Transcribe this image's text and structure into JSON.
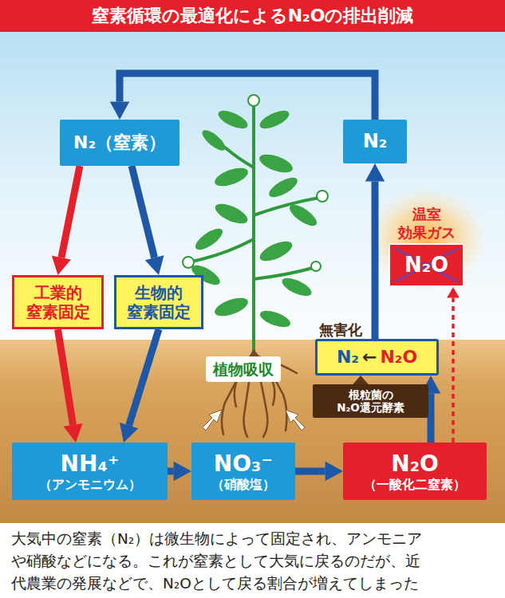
{
  "diagram": {
    "title": "窒素循環の最適化によるN₂Oの排出削減",
    "caption": "大気中の窒素（N₂）は微生物によって固定され、アンモニア や硝酸などになる。これが窒素として大気に戻るのだが、近 代農業の発展などで、N₂Oとして戻る割合が増えてしまった",
    "nodes": [
      {
        "text": [
          "N₂（窒素）"
        ]
      },
      {
        "text": [
          "N₂"
        ]
      },
      {
        "text": [
          "工業的 窒素固定"
        ]
      },
      {
        "text": [
          "生物的 窒素固定"
        ]
      },
      {
        "text": [
          "植物吸収"
        ]
      },
      {
        "text": [
          "NH₄⁺",
          "（アンモニウム）"
        ]
      },
      {
        "text": [
          "NO₃⁻",
          "（硝酸塩）"
        ]
      },
      {
        "text": [
          "N₂O",
          "（一酸化二窒素）"
        ]
      },
      {
        "text": [
          "無害化",
          "N₂",
          "←",
          "N₂O"
        ]
      },
      {
        "text": [
          "根粒菌の N₂O還元酵素"
        ]
      },
      {
        "text": [
          "温室 効果ガス",
          "N₂O"
        ]
      }
    ],
    "edges": [
      {
        "from": 0,
        "to": 2,
        "arrow": "to"
      },
      {
        "from": 0,
        "to": 3,
        "arrow": "to"
      },
      {
        "from": 2,
        "to": 5,
        "arrow": "to"
      },
      {
        "from": 3,
        "to": 5,
        "arrow": "to"
      },
      {
        "from": 5,
        "to": 6,
        "arrow": "to"
      },
      {
        "from": 6,
        "to": 7,
        "arrow": "to"
      },
      {
        "from": 7,
        "to": 8,
        "arrow": "to"
      },
      {
        "from": 8,
        "to": 1,
        "arrow": "to"
      },
      {
        "from": 1,
        "to": 0,
        "arrow": "to"
      },
      {
        "from": 7,
        "to": 10,
        "arrow": "to"
      },
      {
        "from": 9,
        "to": 8,
        "arrow": "to"
      }
    ]
  }
}
